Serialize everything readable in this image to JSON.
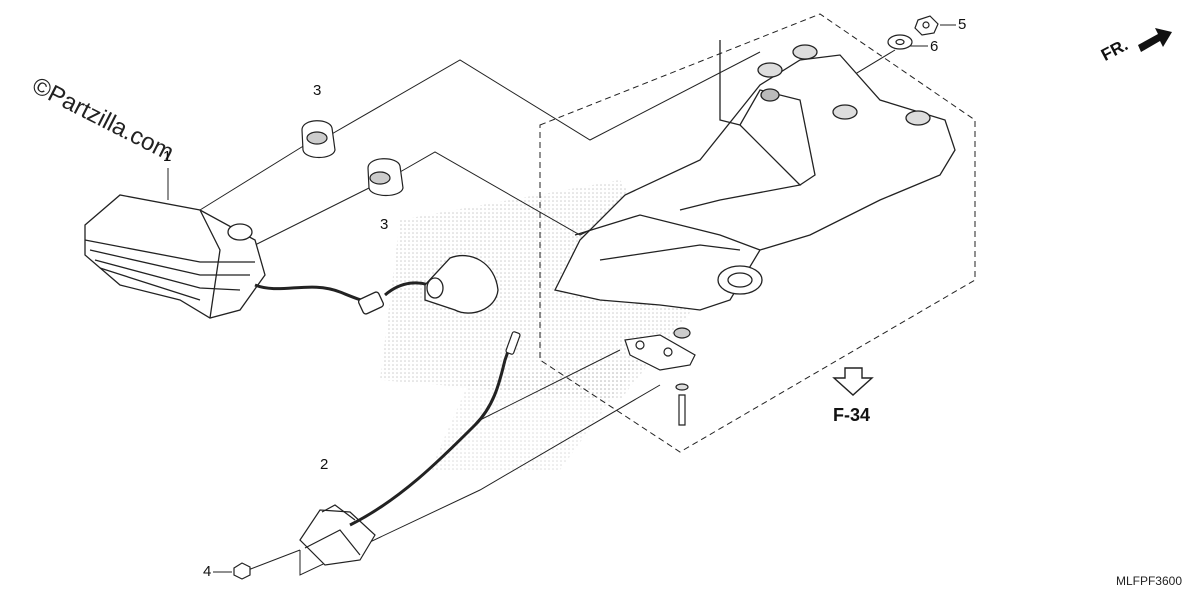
{
  "watermark": "©Partzilla.com",
  "diagram_code": "MLFPF3600",
  "direction_label": "FR.",
  "reference_label": "F-34",
  "callouts": {
    "c1": "1",
    "c2": "2",
    "c3a": "3",
    "c3b": "3",
    "c4": "4",
    "c5": "5",
    "c6": "6"
  },
  "parts": [
    "tail-light-assembly",
    "license-light",
    "grommet",
    "bolt",
    "nut",
    "washer"
  ]
}
